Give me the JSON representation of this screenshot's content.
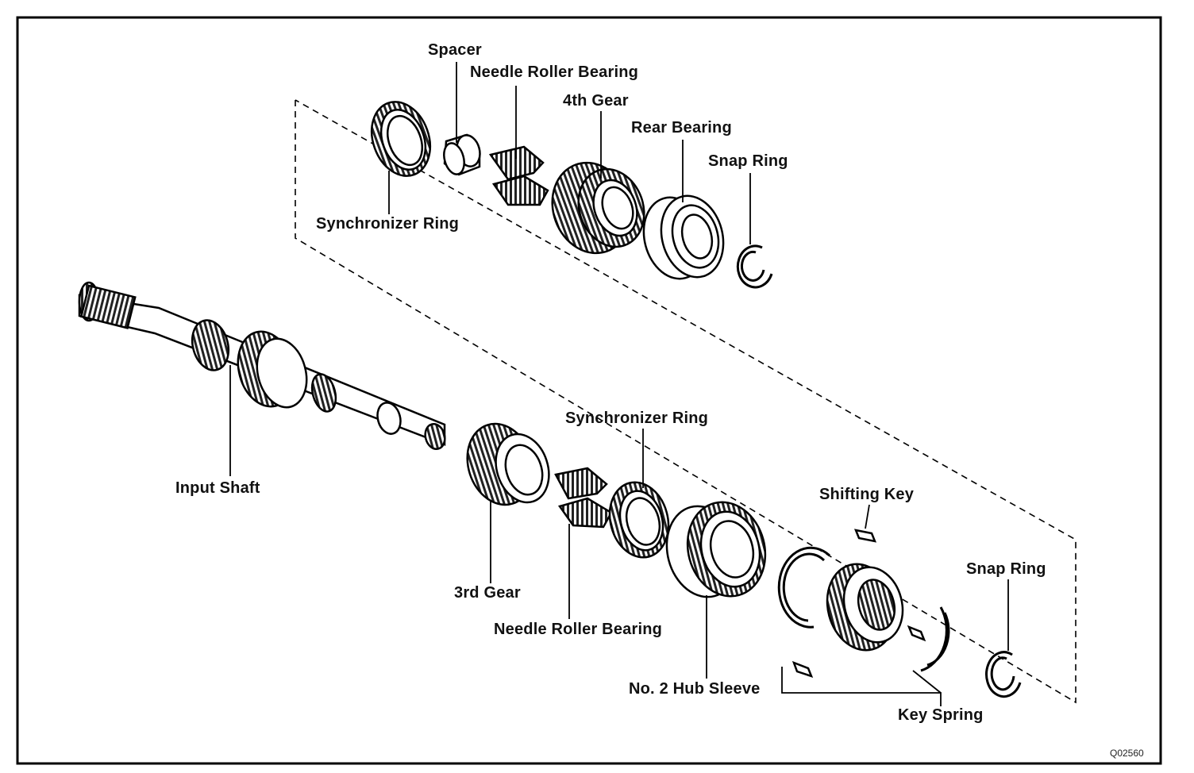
{
  "labels": {
    "spacer": "Spacer",
    "needle_roller_bearing_top": "Needle Roller Bearing",
    "fourth_gear": "4th Gear",
    "rear_bearing": "Rear Bearing",
    "snap_ring_top": "Snap Ring",
    "synchronizer_ring_top": "Synchronizer Ring",
    "input_shaft": "Input Shaft",
    "synchronizer_ring_bottom": "Synchronizer Ring",
    "shifting_key": "Shifting Key",
    "snap_ring_bottom": "Snap Ring",
    "third_gear": "3rd Gear",
    "needle_roller_bearing_bottom": "Needle Roller Bearing",
    "no2_hub_sleeve": "No. 2 Hub Sleeve",
    "key_spring": "Key Spring"
  },
  "figure_code": "Q02560"
}
